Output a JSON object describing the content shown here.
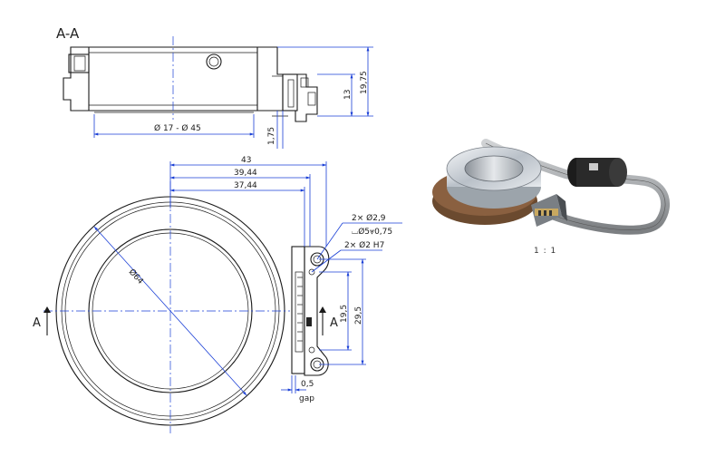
{
  "section_title": "A-A",
  "scale": "1 : 1",
  "section_marker": "A",
  "dimensions": {
    "bore_diameter": "Ø 17 - Ø 45",
    "height_total": "19,75",
    "height_body": "13",
    "offset_bottom": "1,75",
    "width_overall": "43",
    "width_mid": "39,44",
    "width_inner": "37,44",
    "outer_diameter": "Ø64",
    "holes_a": "2× Ø2,9",
    "counterbore": "⌴Ø5⩔0,75",
    "holes_b": "2× Ø2 H7",
    "vertical_small": "19,5",
    "vertical_large": "29,5",
    "gap_value": "0,5",
    "gap_label": "gap"
  },
  "colors": {
    "dimension_line": "#1a3fd6",
    "outline": "#1a1a1a"
  }
}
